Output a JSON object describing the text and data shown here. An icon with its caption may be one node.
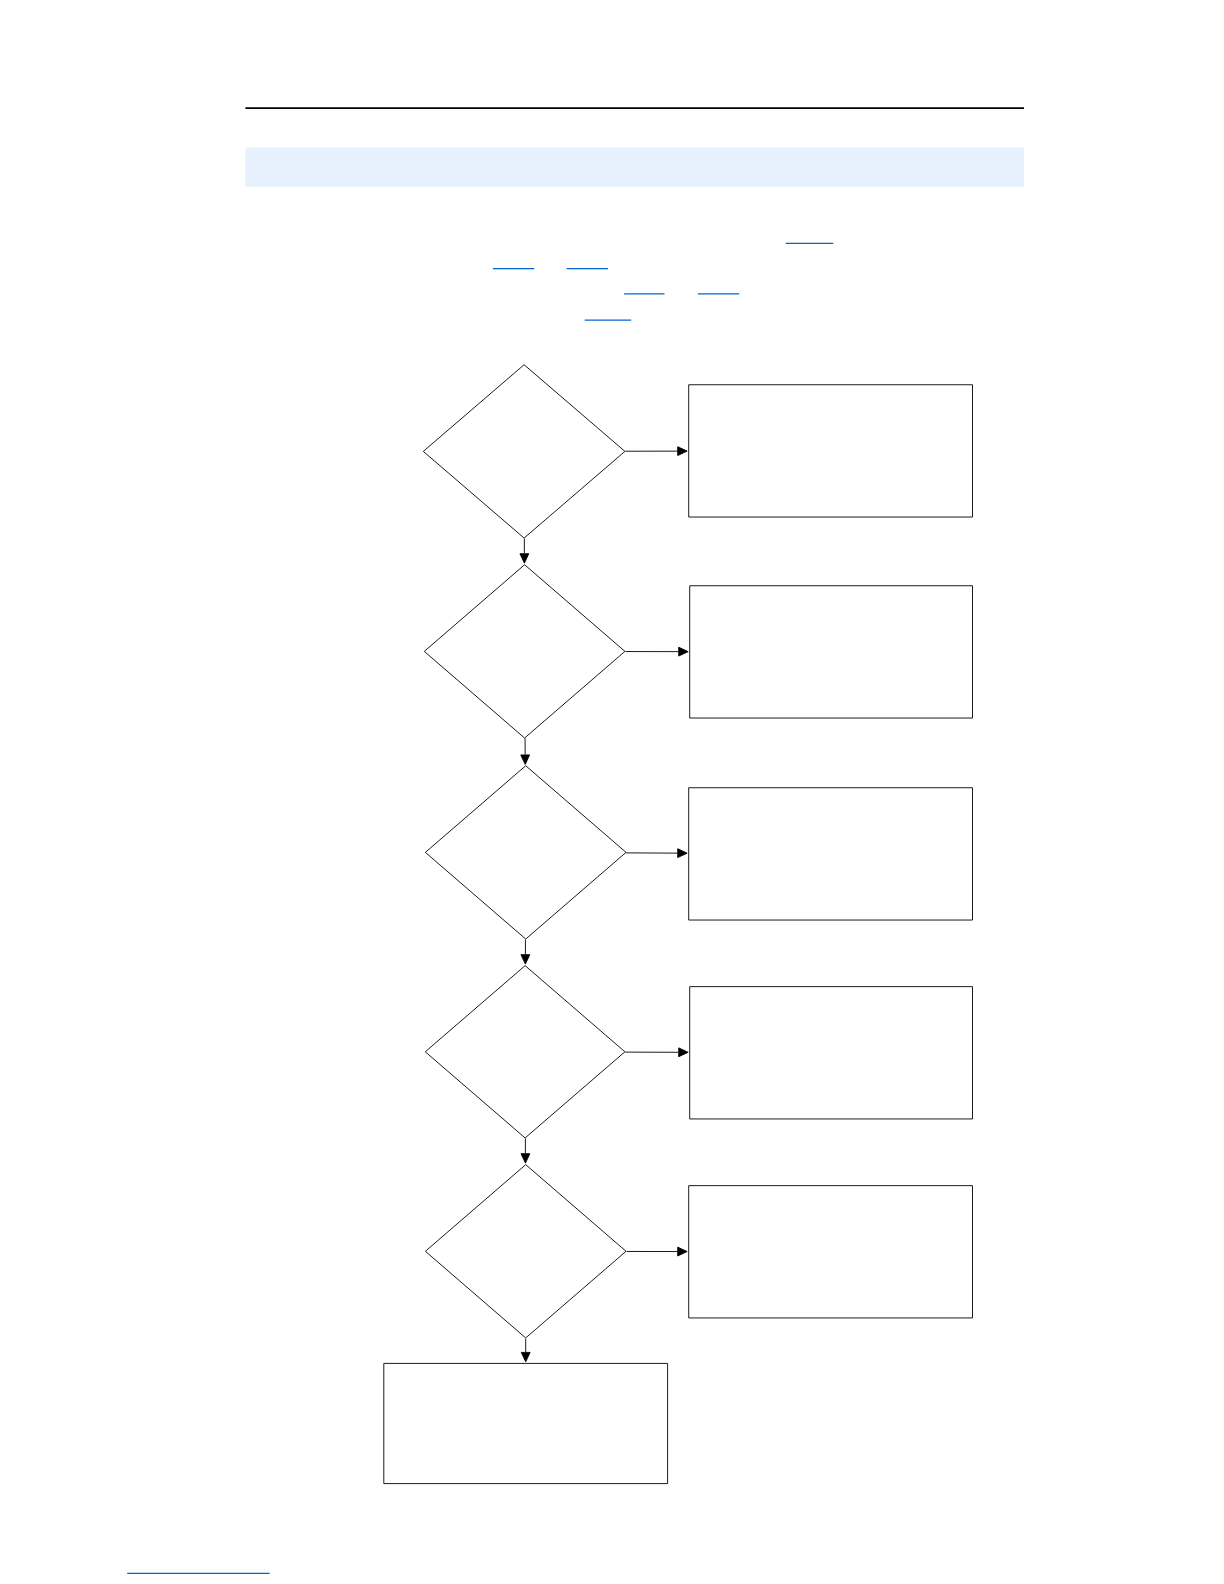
{
  "diagram": {
    "nodes": [
      {
        "text": [],
        "shape": "diamond"
      },
      {
        "text": [],
        "shape": "box"
      },
      {
        "text": [],
        "shape": "diamond"
      },
      {
        "text": [],
        "shape": "box"
      },
      {
        "text": [],
        "shape": "diamond"
      },
      {
        "text": [],
        "shape": "box"
      },
      {
        "text": [],
        "shape": "diamond"
      },
      {
        "text": [],
        "shape": "box"
      },
      {
        "text": [],
        "shape": "diamond"
      },
      {
        "text": [],
        "shape": "box"
      },
      {
        "text": [],
        "shape": "box"
      }
    ],
    "edges": [
      {
        "from": 0,
        "to": 1,
        "arrow": "to"
      },
      {
        "from": 0,
        "to": 2,
        "arrow": "to"
      },
      {
        "from": 2,
        "to": 3,
        "arrow": "to"
      },
      {
        "from": 2,
        "to": 4,
        "arrow": "to"
      },
      {
        "from": 4,
        "to": 5,
        "arrow": "to"
      },
      {
        "from": 4,
        "to": 6,
        "arrow": "to"
      },
      {
        "from": 6,
        "to": 7,
        "arrow": "to"
      },
      {
        "from": 6,
        "to": 8,
        "arrow": "to"
      },
      {
        "from": 8,
        "to": 9,
        "arrow": "to"
      },
      {
        "from": 8,
        "to": 10,
        "arrow": "to"
      }
    ]
  }
}
